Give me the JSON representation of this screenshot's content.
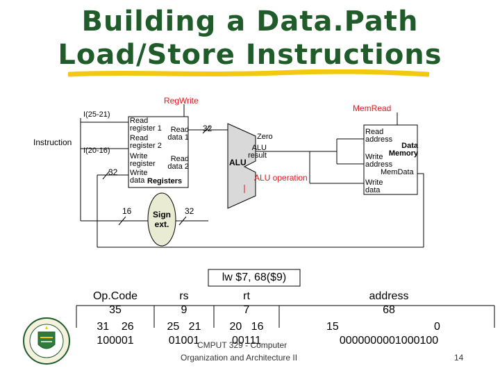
{
  "slide": {
    "title_line1": "Building a Data.Path",
    "title_line2": "Load/Store Instructions",
    "page_number": "14",
    "footer_line1": "CMPUT 329 - Computer",
    "footer_line2": "Organization and Architecture II"
  },
  "diagram": {
    "instruction": "Instruction",
    "i_25_21": "I(25-21)",
    "i_20_16": "I(20-16)",
    "reg_write": "RegWrite",
    "mem_read": "MemRead",
    "alu_operation": "ALU operation",
    "registers": {
      "read_register_1": "Read register 1",
      "read_register_2": "Read register 2",
      "write_register": "Write register",
      "write_data": "Write data",
      "read_data_1": "Read data 1",
      "read_data_2": "Read data 2",
      "name": "Registers"
    },
    "alu": {
      "name": "ALU",
      "zero": "Zero",
      "alu_result": "ALU result"
    },
    "memory": {
      "read_address": "Read address",
      "write_address": "Write address",
      "write_data": "Write data",
      "name": "Data Memory",
      "mem_data": "MemData"
    },
    "sign_ext": "Sign ext.",
    "width_32_top": "32",
    "width_32_left": "32",
    "width_16": "16",
    "width_32_ext": "32"
  },
  "encoding": {
    "instruction_text": "lw $7, 68($9)",
    "fields": [
      {
        "name": "Op.Code",
        "value": "35",
        "bits": "31    26",
        "binary": "100001"
      },
      {
        "name": "rs",
        "value": "9",
        "bits": "25   21",
        "binary": "01001"
      },
      {
        "name": "rt",
        "value": "7",
        "bits": "20   16",
        "binary": "00111"
      },
      {
        "name": "address",
        "value": "68",
        "bits_left": "15",
        "bits_right": "0",
        "binary": "0000000001000100"
      }
    ]
  }
}
